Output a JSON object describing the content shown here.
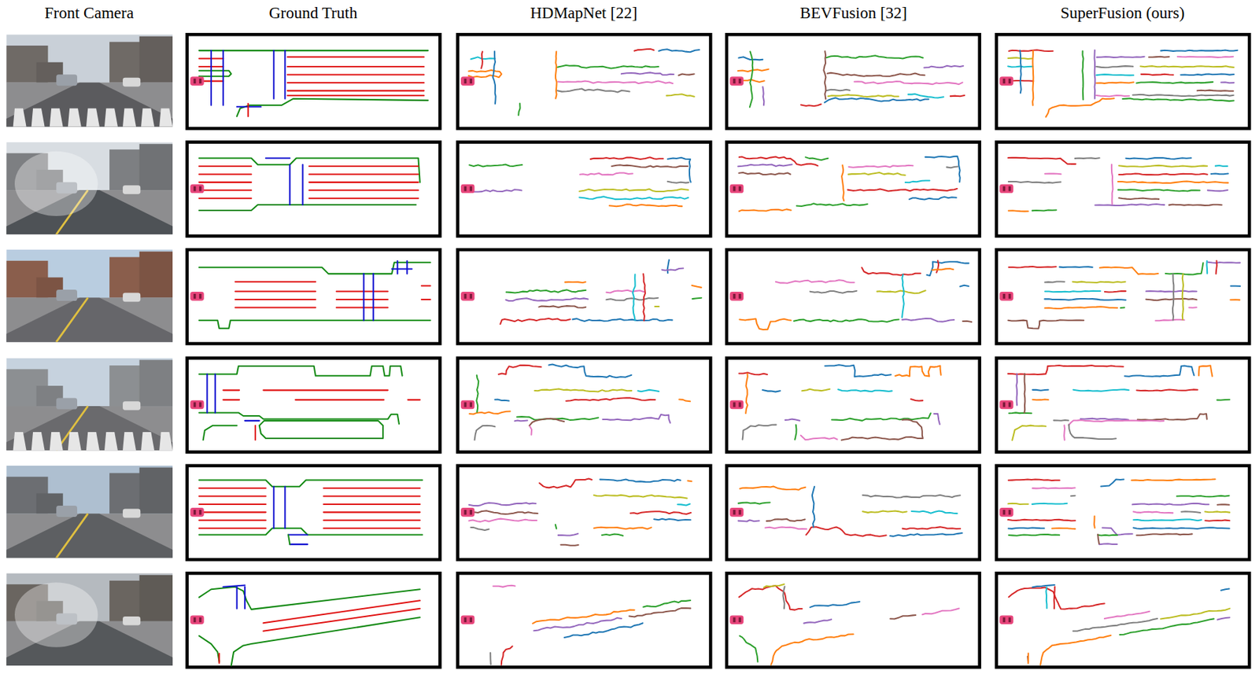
{
  "diagram": {
    "labels": [
      "Front Camera",
      "Ground Truth",
      "HDMapNet [22]",
      "BEVFusion [32]",
      "SuperFusion (ours)"
    ]
  }
}
